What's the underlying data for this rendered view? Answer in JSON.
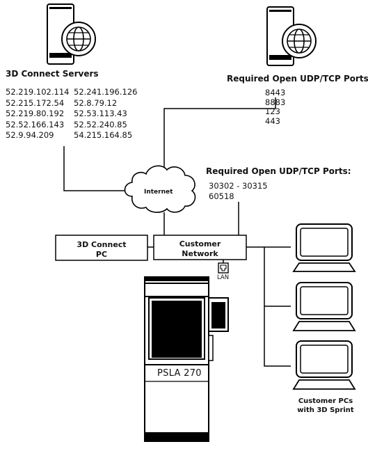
{
  "servers": {
    "title": "3D Connect Servers",
    "ips_col1": [
      "52.219.102.114",
      "52.215.172.54",
      "52.219.80.192",
      "52.52.166.143",
      "52.9.94.209"
    ],
    "ips_col2": [
      "52.241.196.126",
      "52.8.79.12",
      "52.53.113.43",
      "52.52.240.85",
      "54.215.164.85"
    ]
  },
  "ports_top": {
    "title": "Required Open UDP/TCP Ports:",
    "ports": [
      "8443",
      "8883",
      "123",
      "443"
    ]
  },
  "ports_mid": {
    "title": "Required Open UDP/TCP Ports:",
    "ports": [
      "30302 - 30315",
      "60518"
    ]
  },
  "internet": {
    "label": "Internet"
  },
  "connect_pc": {
    "line1": "3D Connect",
    "line2": "PC"
  },
  "customer_network": {
    "line1": "Customer",
    "line2": "Network"
  },
  "lan": {
    "label": "LAN"
  },
  "printer": {
    "label": "PSLA 270"
  },
  "customer_pcs": {
    "line1": "Customer PCs",
    "line2": "with 3D Sprint"
  },
  "icons": [
    "server-globe-icon",
    "cloud-icon",
    "laptop-icon",
    "lan-port-icon",
    "printer-icon"
  ]
}
